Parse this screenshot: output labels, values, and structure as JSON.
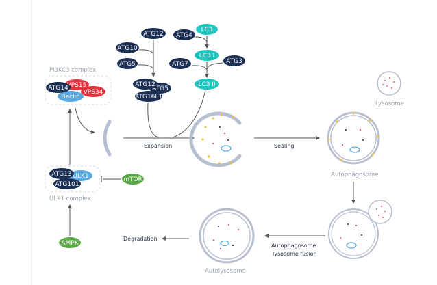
{
  "colors": {
    "navy": "#1b2f55",
    "cyan": "#1fc6c0",
    "red": "#e1323e",
    "lightblue": "#5aa9e0",
    "green": "#5aa845",
    "membrane": "#b6bfcf",
    "yellow": "#f0c23a",
    "arrow": "#555555"
  },
  "labels": {
    "pi3kc3": "PI3KC3 complex",
    "ulk1_complex": "ULK1 complex",
    "lysosome": "Lysosome",
    "autophagosome": "Autophagosome",
    "autolysosome": "Autolysosome",
    "expansion": "Expansion",
    "sealing": "Sealing",
    "degradation": "Degradation",
    "fusion_1": "Autophagosome",
    "fusion_2": "lysosome fusion"
  },
  "proteins": {
    "atg14": "ATG14",
    "vps15": "VPS15",
    "vps34": "VPS34",
    "beclin": "Beclin",
    "atg13": "ATG13",
    "ulk1": "ULK1",
    "atg101": "ATG101",
    "mtor": "mTOR",
    "ampk": "AMPK",
    "atg12_top": "ATG12",
    "atg10": "ATG10",
    "atg5_left": "ATG5",
    "atg12_cplx": "ATG12",
    "atg5_cplx": "ATG5",
    "atg16l1": "ATG16L1",
    "atg4": "ATG4",
    "lc3": "LC3",
    "lc3_i": "LC3 I",
    "atg7": "ATG7",
    "atg3": "ATG3",
    "lc3_ii": "LC3 II"
  }
}
